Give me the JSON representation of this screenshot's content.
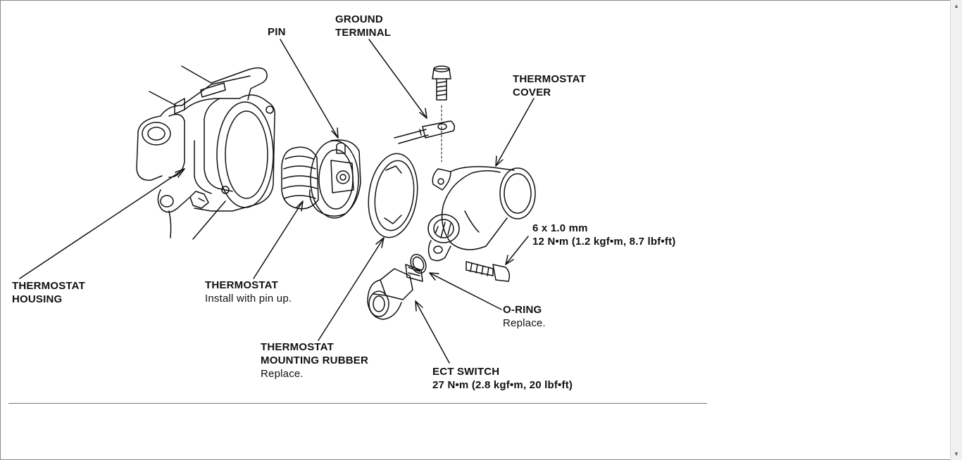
{
  "labels": {
    "pin": "PIN",
    "ground_terminal": [
      "GROUND",
      "TERMINAL"
    ],
    "thermostat_cover": [
      "THERMOSTAT",
      "COVER"
    ],
    "bolt_spec": [
      "6 x 1.0 mm",
      "12 N•m (1.2 kgf•m, 8.7 lbf•ft)"
    ],
    "thermostat_housing": [
      "THERMOSTAT",
      "HOUSING"
    ],
    "thermostat": {
      "name": "THERMOSTAT",
      "note": "Install with pin up."
    },
    "o_ring": {
      "name": "O-RING",
      "note": "Replace."
    },
    "mounting_rubber": {
      "name": [
        "THERMOSTAT",
        "MOUNTING RUBBER"
      ],
      "note": "Replace."
    },
    "ect_switch": {
      "name": "ECT SWITCH",
      "spec": "27 N•m (2.8 kgf•m, 20 lbf•ft)"
    }
  },
  "icons": {
    "scroll_up": "triangle-up",
    "scroll_down": "triangle-down"
  },
  "colors": {
    "line": "#111111",
    "border": "#8a8a8a",
    "scrollbar": "#f0f0f0"
  }
}
